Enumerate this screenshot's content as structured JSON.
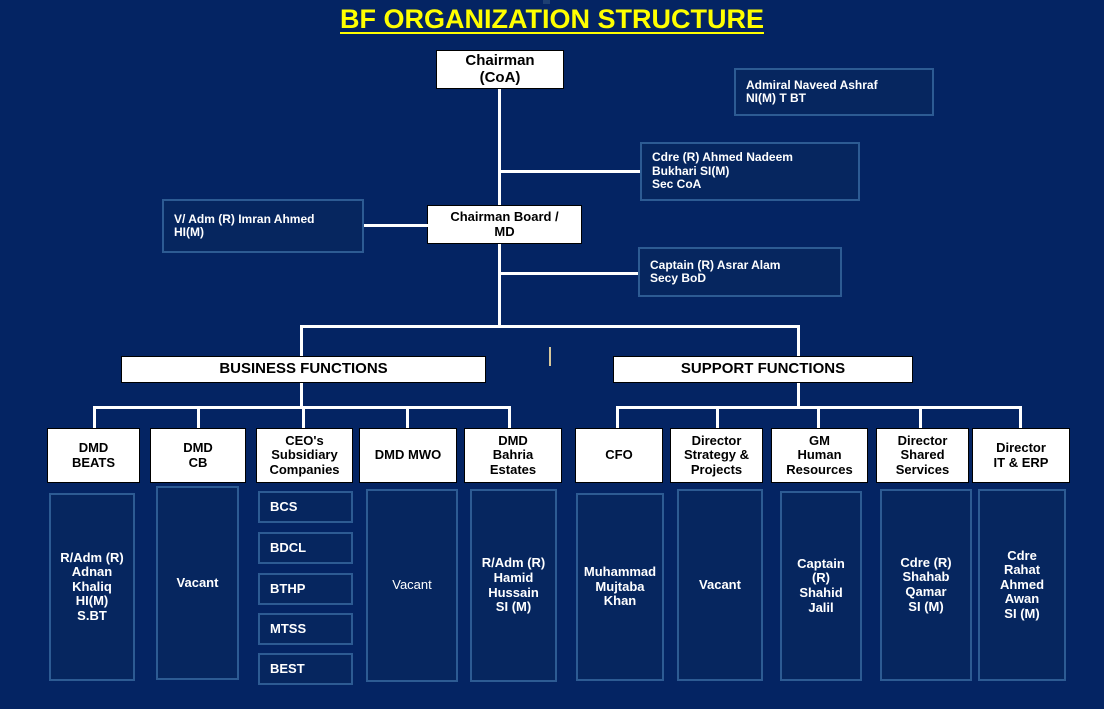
{
  "title": "BF ORGANIZATION STRUCTURE",
  "colors": {
    "background": "#042463",
    "title": "#ffff00",
    "white_box_fill": "#ffffff",
    "white_box_text": "#000000",
    "navy_box_fill": "#06265f",
    "navy_box_border": "#2d5b93",
    "navy_box_text": "#ffffff",
    "connector": "#ffffff",
    "accent_tick": "#d8c79a"
  },
  "top": {
    "chairman": "Chairman\n(CoA)",
    "chairman_line1": "Chairman",
    "chairman_line2": "(CoA)",
    "chairman_person_line1": "Admiral Naveed Ashraf",
    "chairman_person_line2": "NI(M) T BT",
    "sec_coa_line1": "Cdre (R) Ahmed Nadeem",
    "sec_coa_line2": "Bukhari SI(M)",
    "sec_coa_line3": "Sec CoA",
    "md_line1": "Chairman Board /",
    "md_line2": "MD",
    "md_person_line1": "V/ Adm (R) Imran Ahmed",
    "md_person_line2": "HI(M)",
    "secy_bod_line1": "Captain (R)  Asrar Alam",
    "secy_bod_line2": "Secy BoD"
  },
  "divisions": {
    "business": "BUSINESS FUNCTIONS",
    "support": "SUPPORT FUNCTIONS"
  },
  "business_functions": [
    {
      "id": "dmd-beats",
      "title_lines": [
        "DMD",
        "BEATS"
      ],
      "holder_lines": [
        "R/Adm (R)",
        "Adnan",
        "Khaliq",
        "HI(M)",
        "S.BT"
      ],
      "holder_bold": true
    },
    {
      "id": "dmd-cb",
      "title_lines": [
        "DMD",
        "CB"
      ],
      "holder_lines": [
        "Vacant"
      ],
      "holder_bold": true
    },
    {
      "id": "ceos-subsidiary-companies",
      "title_lines": [
        "CEO's",
        "Subsidiary",
        "Companies"
      ],
      "subsidiaries": [
        "BCS",
        "BDCL",
        "BTHP",
        "MTSS",
        "BEST"
      ]
    },
    {
      "id": "dmd-mwo",
      "title_lines": [
        "DMD MWO"
      ],
      "holder_lines": [
        "Vacant"
      ],
      "holder_bold": false
    },
    {
      "id": "dmd-bahria-estates",
      "title_lines": [
        "DMD",
        "Bahria",
        "Estates"
      ],
      "holder_lines": [
        "R/Adm (R)",
        "Hamid",
        "Hussain",
        "SI (M)"
      ],
      "holder_bold": true
    }
  ],
  "support_functions": [
    {
      "id": "cfo",
      "title_lines": [
        "CFO"
      ],
      "holder_lines": [
        "Muhammad",
        "Mujtaba",
        "Khan"
      ],
      "holder_bold": true
    },
    {
      "id": "director-strategy-projects",
      "title_lines": [
        "Director",
        "Strategy &",
        "Projects"
      ],
      "holder_lines": [
        "Vacant"
      ],
      "holder_bold": true
    },
    {
      "id": "gm-human-resources",
      "title_lines": [
        "GM",
        "Human",
        "Resources"
      ],
      "holder_lines": [
        "Captain",
        "(R)",
        "Shahid",
        "Jalil"
      ],
      "holder_bold": true
    },
    {
      "id": "director-shared-services",
      "title_lines": [
        "Director",
        "Shared",
        "Services"
      ],
      "holder_lines": [
        "Cdre (R)",
        "Shahab",
        "Qamar",
        "SI (M)"
      ],
      "holder_bold": true
    },
    {
      "id": "director-it-erp",
      "title_lines": [
        "Director",
        "IT & ERP"
      ],
      "holder_lines": [
        "Cdre",
        "Rahat",
        "Ahmed",
        "Awan",
        "SI (M)"
      ],
      "holder_bold": true
    }
  ]
}
